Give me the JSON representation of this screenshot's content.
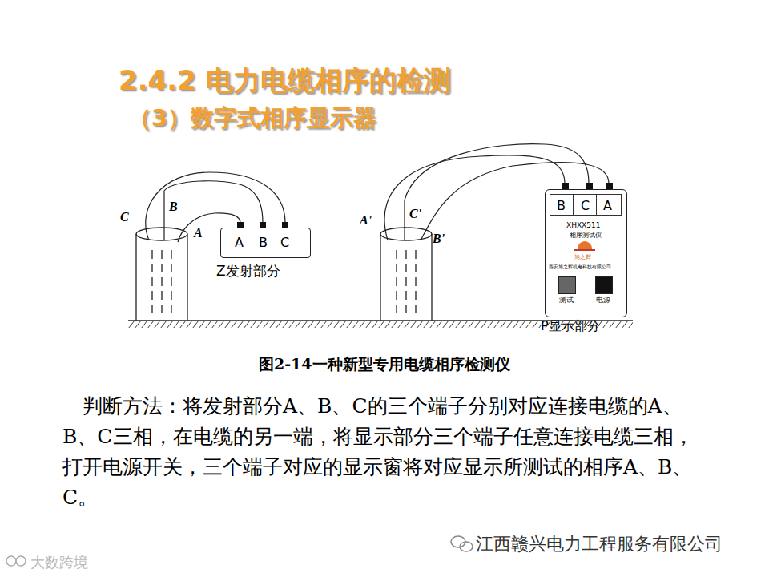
{
  "diagram": {
    "title": "2.4.2 电力电缆相序的检测",
    "caption": "图2-14一种新型专用电缆相序检测仪",
    "nodes": [
      {
        "text": [
          "A",
          "B",
          "C",
          "Z发射部分"
        ]
      },
      {
        "text": [
          "B",
          "C",
          "A",
          "XHXX511",
          "相序测试仪",
          "旭之辉",
          "西安旭之辉机电科技有限公司",
          "测试",
          "电源",
          "P显示部分"
        ]
      }
    ],
    "labels": [
      "（3）数字式相序显示器",
      "C",
      "B",
      "A",
      "A'",
      "C'",
      "B'",
      "判断方法：将发射部分A、B、C的三个端子分别对应连接电缆的A、B、C三相，在电缆的另一端，将显示部分三个端子任意连接电缆三相，打开电源开关，三个端子对应的显示窗将对应显示所测试的相序A、B、C。",
      "江西赣兴电力工程服务有限公司",
      "大数跨境"
    ]
  }
}
